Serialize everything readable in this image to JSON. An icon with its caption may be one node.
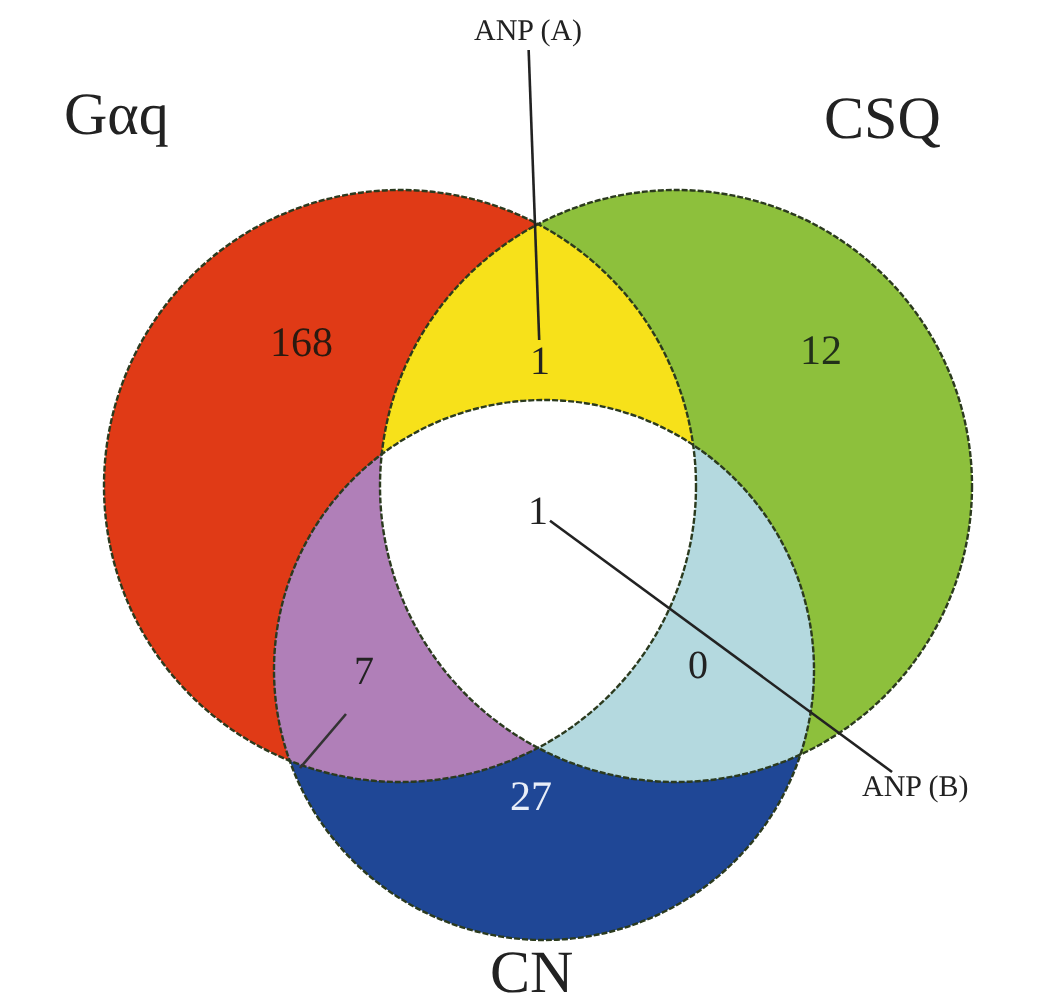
{
  "diagram": {
    "nodes": [
      {
        "text": [
          "Gαq",
          "168"
        ]
      },
      {
        "text": [
          "CSQ",
          "12"
        ]
      },
      {
        "text": [
          "27",
          "CN"
        ]
      },
      {
        "text": [
          "1"
        ]
      },
      {
        "text": [
          "1"
        ]
      },
      {
        "text": [
          "7"
        ]
      },
      {
        "text": [
          "0"
        ]
      },
      {
        "text": [
          "ANP (A)"
        ]
      },
      {
        "text": [
          "ANP (B)"
        ]
      }
    ],
    "edges": [
      {
        "from": 7,
        "to": 3,
        "arrow": "none"
      },
      {
        "from": 8,
        "to": 4,
        "arrow": "none"
      }
    ]
  }
}
